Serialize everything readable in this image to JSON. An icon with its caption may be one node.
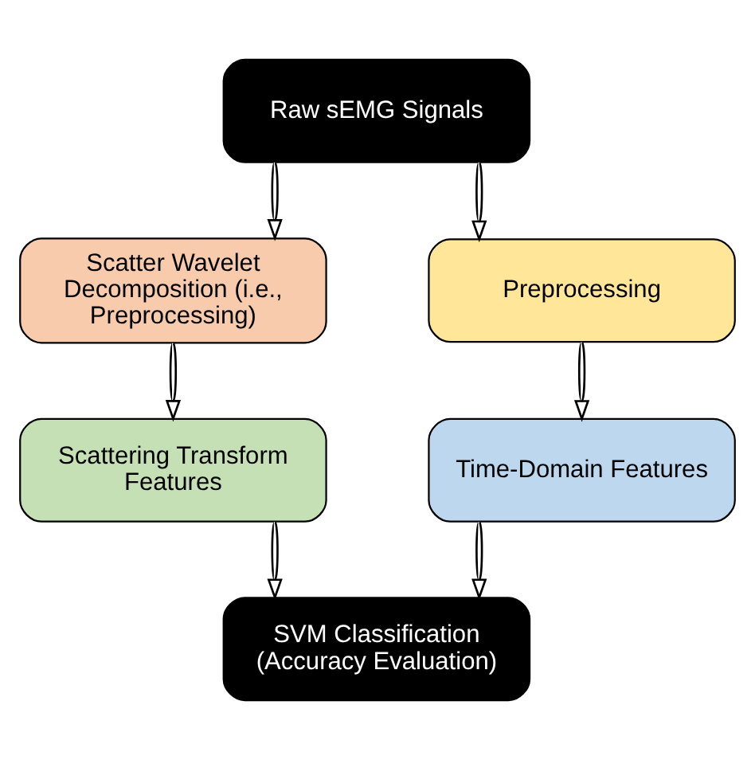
{
  "diagram": {
    "nodes": [
      {
        "text": [
          "Raw sEMG Signals"
        ]
      },
      {
        "text": [
          "Scatter Wavelet Decomposition (i.e., Preprocessing)"
        ]
      },
      {
        "text": [
          "Preprocessing"
        ]
      },
      {
        "text": [
          "Scattering Transform Features"
        ]
      },
      {
        "text": [
          "Time-Domain Features"
        ]
      },
      {
        "text": [
          "SVM Classification (Accuracy Evaluation)"
        ]
      }
    ],
    "edges": [
      {
        "from": 0,
        "to": 1,
        "arrow": "to"
      },
      {
        "from": 0,
        "to": 2,
        "arrow": "to"
      },
      {
        "from": 1,
        "to": 3,
        "arrow": "to"
      },
      {
        "from": 2,
        "to": 4,
        "arrow": "to"
      },
      {
        "from": 3,
        "to": 5,
        "arrow": "to"
      },
      {
        "from": 4,
        "to": 5,
        "arrow": "to"
      }
    ]
  }
}
